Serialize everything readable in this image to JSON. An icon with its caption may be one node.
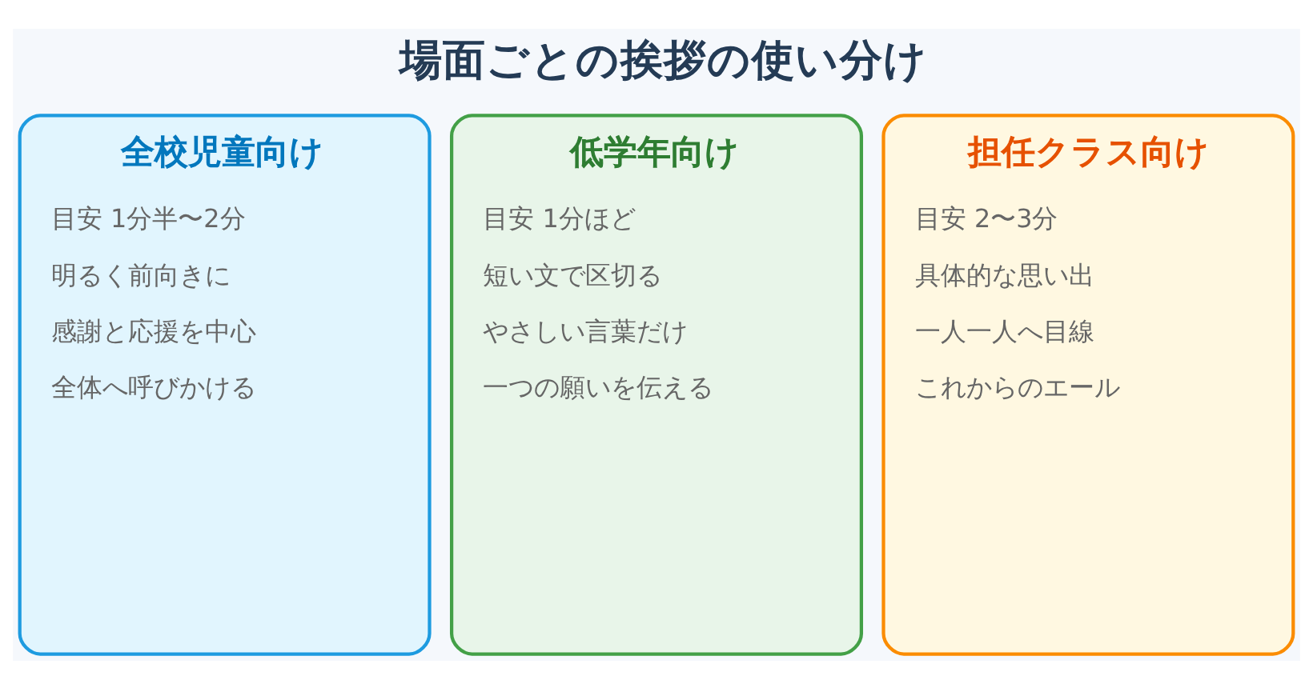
{
  "diagram": {
    "title": "場面ごとの挨拶の使い分け",
    "nodes": [
      {
        "text": [
          "全校児童向け",
          "目安 1分半〜2分",
          "明るく前向きに",
          "感謝と応援を中心",
          "全体へ呼びかける"
        ]
      },
      {
        "text": [
          "低学年向け",
          "目安 1分ほど",
          "短い文で区切る",
          "やさしい言葉だけ",
          "一つの願いを伝える"
        ]
      },
      {
        "text": [
          "担任クラス向け",
          "目安 2〜3分",
          "具体的な思い出",
          "一人一人へ目線",
          "これからのエール"
        ]
      }
    ],
    "edges": []
  }
}
